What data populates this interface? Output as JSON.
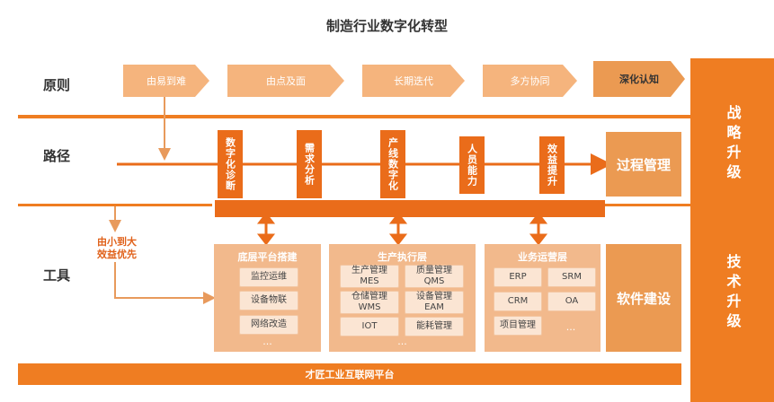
{
  "title": "制造行业数字化转型",
  "rows": {
    "principle": "原则",
    "path": "路径",
    "tool": "工具"
  },
  "principles": [
    "由易到难",
    "由点及面",
    "长期迭代",
    "多方协同",
    "深化认知"
  ],
  "path_stages": [
    "数字化诊断",
    "需求分析",
    "产线数字化",
    "人员能力",
    "效益提升"
  ],
  "process_mgmt": "过程管理",
  "software_build": "软件建设",
  "strategy_upgrade": "战略升级",
  "tech_upgrade": "技术升级",
  "note": [
    "由小到大",
    "效益优先"
  ],
  "panels": {
    "base": {
      "title": "底层平台搭建",
      "items": [
        "监控运维",
        "设备物联",
        "网络改造"
      ],
      "more": "..."
    },
    "exec": {
      "title": "生产执行层",
      "items": [
        [
          "生产管理",
          "MES"
        ],
        [
          "质量管理",
          "QMS"
        ],
        [
          "仓储管理",
          "WMS"
        ],
        [
          "设备管理",
          "EAM"
        ],
        [
          "IOT",
          ""
        ],
        [
          "能耗管理",
          ""
        ]
      ],
      "more": "..."
    },
    "ops": {
      "title": "业务运营层",
      "items": [
        "ERP",
        "SRM",
        "CRM",
        "OA",
        "项目管理"
      ],
      "more": "..."
    }
  },
  "platform": "才匠工业互联网平台",
  "colors": {
    "accent": "#ef7d22",
    "stage": "#ea6c1a",
    "panel": "#f2b98c",
    "light": "#fbe5d3"
  }
}
